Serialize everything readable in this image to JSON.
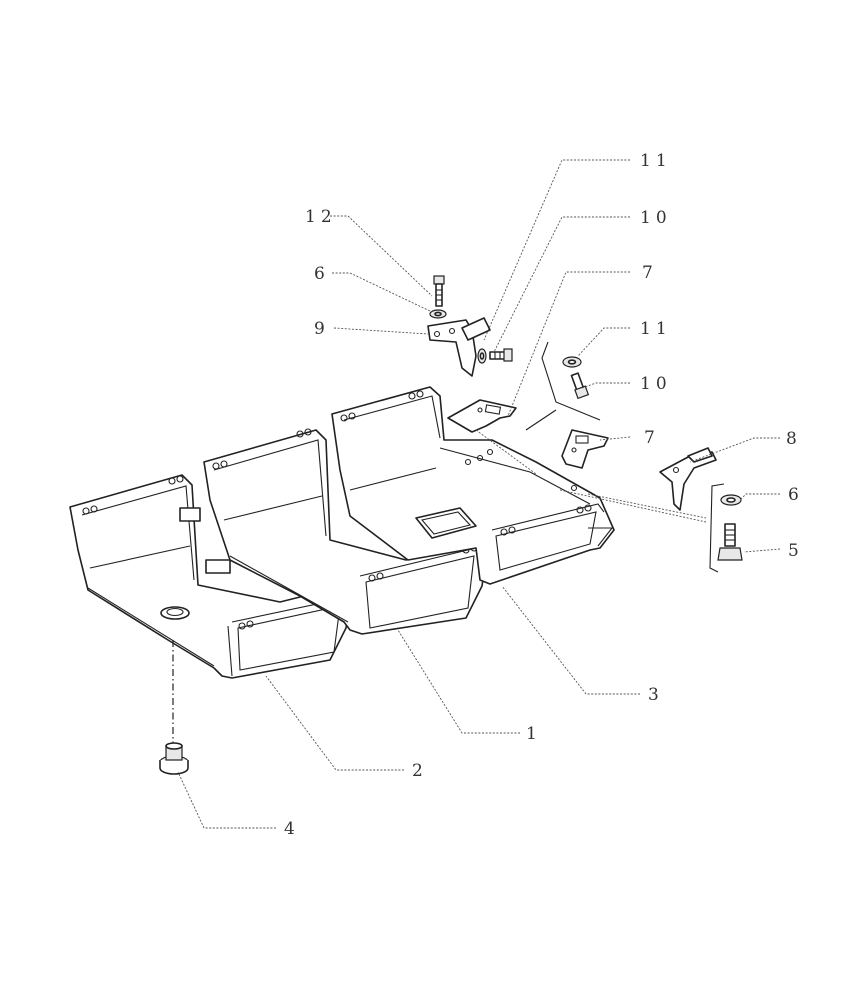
{
  "callouts": [
    {
      "id": "c11a",
      "label": "11"
    },
    {
      "id": "c10a",
      "label": "10"
    },
    {
      "id": "c12",
      "label": "12"
    },
    {
      "id": "c7a",
      "label": "7"
    },
    {
      "id": "c6a",
      "label": "6"
    },
    {
      "id": "c9",
      "label": "9"
    },
    {
      "id": "c11b",
      "label": "11"
    },
    {
      "id": "c10b",
      "label": "10"
    },
    {
      "id": "c7b",
      "label": "7"
    },
    {
      "id": "c8",
      "label": "8"
    },
    {
      "id": "c6b",
      "label": "6"
    },
    {
      "id": "c5",
      "label": "5"
    },
    {
      "id": "c3",
      "label": "3"
    },
    {
      "id": "c1",
      "label": "1"
    },
    {
      "id": "c2",
      "label": "2"
    },
    {
      "id": "c4",
      "label": "4"
    }
  ]
}
